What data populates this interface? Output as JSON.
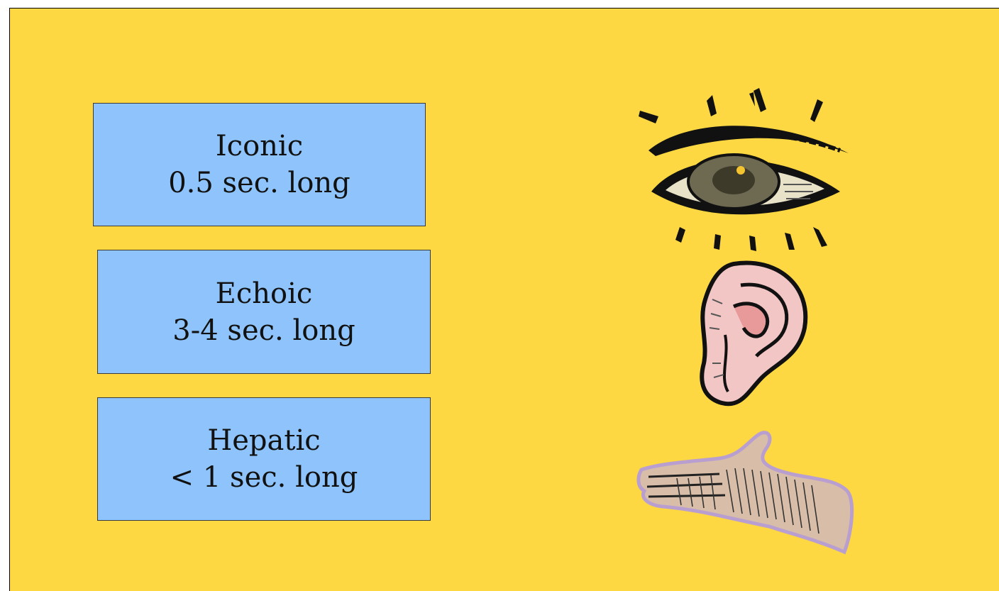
{
  "memory_types": [
    {
      "name": "Iconic",
      "duration": "0.5 sec. long",
      "sense_icon": "eye-icon"
    },
    {
      "name": "Echoic",
      "duration": "3-4 sec. long",
      "sense_icon": "ear-icon"
    },
    {
      "name": "Hepatic",
      "duration": "< 1 sec. long",
      "sense_icon": "hand-icon"
    }
  ],
  "colors": {
    "background": "#fdd843",
    "box_fill": "#8ec4fb",
    "box_border": "#3a3a3a"
  }
}
